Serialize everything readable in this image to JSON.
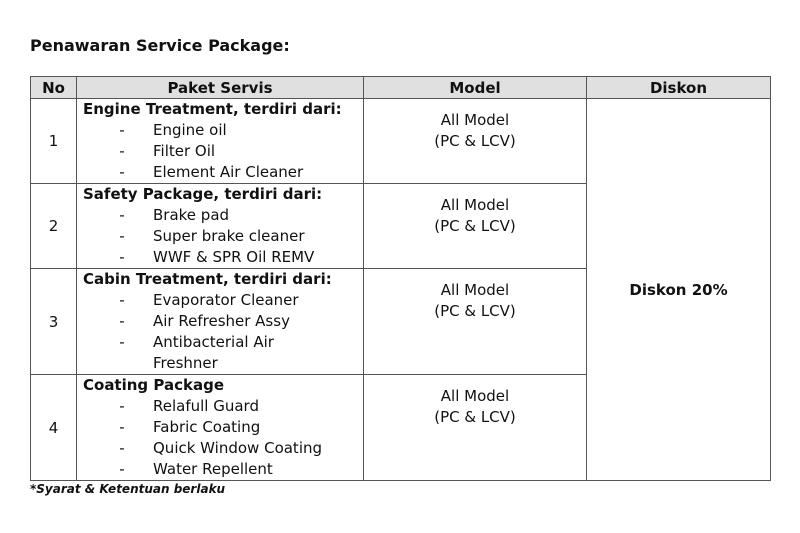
{
  "title": "Penawaran Service Package:",
  "headers": {
    "no": "No",
    "paket": "Paket Servis",
    "model": "Model",
    "diskon": "Diskon"
  },
  "rows": [
    {
      "no": "1",
      "heading": "Engine Treatment, terdiri dari:",
      "items": [
        "Engine oil",
        "Filter Oil",
        "Element Air Cleaner"
      ],
      "model1": "All Model",
      "model2": "(PC & LCV)"
    },
    {
      "no": "2",
      "heading": "Safety Package, terdiri dari:",
      "items": [
        "Brake pad",
        "Super brake cleaner",
        "WWF & SPR Oil REMV"
      ],
      "model1": "All Model",
      "model2": "(PC & LCV)"
    },
    {
      "no": "3",
      "heading": "Cabin Treatment, terdiri dari:",
      "items": [
        "Evaporator Cleaner",
        "Air Refresher Assy",
        "Antibacterial Air",
        "Freshner"
      ],
      "model1": "All Model",
      "model2": "(PC & LCV)"
    },
    {
      "no": "4",
      "heading": "Coating Package",
      "items": [
        "Relafull Guard",
        "Fabric Coating",
        "Quick Window Coating",
        "Water Repellent"
      ],
      "model1": "All Model",
      "model2": "(PC & LCV)"
    }
  ],
  "diskon": "Diskon 20%",
  "note": "*Syarat & Ketentuan berlaku"
}
